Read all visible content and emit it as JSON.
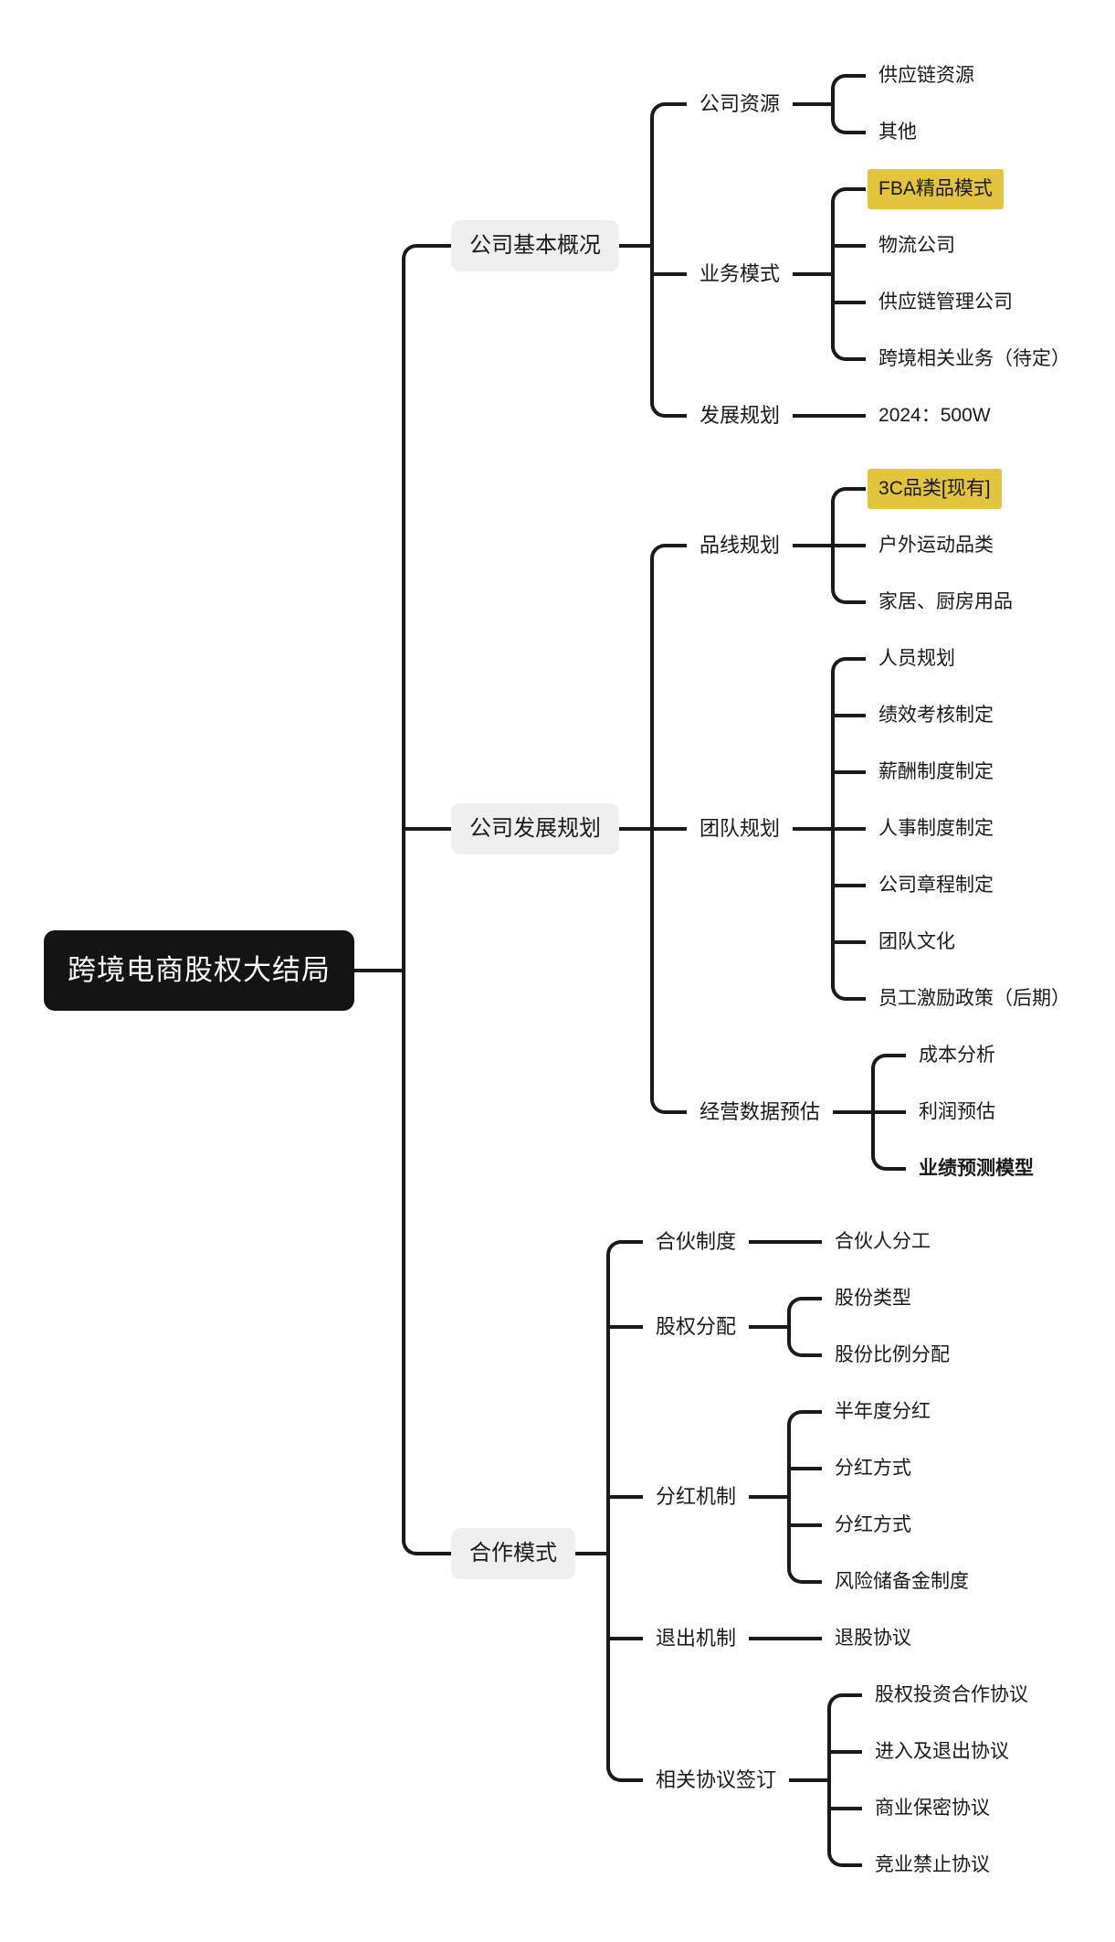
{
  "colors": {
    "line": "#1a1a1a",
    "root_bg": "#141414",
    "root_text": "#ffffff",
    "topic_bg": "#efefef",
    "highlight_bg": "#e3c43e",
    "text": "#1a1a1a"
  },
  "root": {
    "label": "跨境电商股权大结局"
  },
  "branches": [
    {
      "label": "公司基本概况",
      "children": [
        {
          "label": "公司资源",
          "children": [
            {
              "label": "供应链资源"
            },
            {
              "label": "其他"
            }
          ]
        },
        {
          "label": "业务模式",
          "children": [
            {
              "label": "FBA精品模式",
              "highlight": true
            },
            {
              "label": "物流公司"
            },
            {
              "label": "供应链管理公司"
            },
            {
              "label": "跨境相关业务（待定）"
            }
          ]
        },
        {
          "label": "发展规划",
          "children": [
            {
              "label": "2024：500W"
            }
          ]
        }
      ]
    },
    {
      "label": "公司发展规划",
      "children": [
        {
          "label": "品线规划",
          "children": [
            {
              "label": "3C品类[现有]",
              "highlight": true
            },
            {
              "label": "户外运动品类"
            },
            {
              "label": "家居、厨房用品"
            }
          ]
        },
        {
          "label": "团队规划",
          "children": [
            {
              "label": "人员规划"
            },
            {
              "label": "绩效考核制定"
            },
            {
              "label": "薪酬制度制定"
            },
            {
              "label": "人事制度制定"
            },
            {
              "label": "公司章程制定"
            },
            {
              "label": "团队文化"
            },
            {
              "label": "员工激励政策（后期）"
            }
          ]
        },
        {
          "label": "经营数据预估",
          "children": [
            {
              "label": "成本分析"
            },
            {
              "label": "利润预估"
            },
            {
              "label": "业绩预测模型",
              "bold": true
            }
          ]
        }
      ]
    },
    {
      "label": "合作模式",
      "children": [
        {
          "label": "合伙制度",
          "children": [
            {
              "label": "合伙人分工"
            }
          ]
        },
        {
          "label": "股权分配",
          "children": [
            {
              "label": "股份类型"
            },
            {
              "label": "股份比例分配"
            }
          ]
        },
        {
          "label": "分红机制",
          "children": [
            {
              "label": "半年度分红"
            },
            {
              "label": "分红方式"
            },
            {
              "label": "分红方式"
            },
            {
              "label": "风险储备金制度"
            }
          ]
        },
        {
          "label": "退出机制",
          "children": [
            {
              "label": "退股协议"
            }
          ]
        },
        {
          "label": "相关协议签订",
          "children": [
            {
              "label": "股权投资合作协议"
            },
            {
              "label": "进入及退出协议"
            },
            {
              "label": "商业保密协议"
            },
            {
              "label": "竞业禁止协议"
            }
          ]
        }
      ]
    }
  ]
}
